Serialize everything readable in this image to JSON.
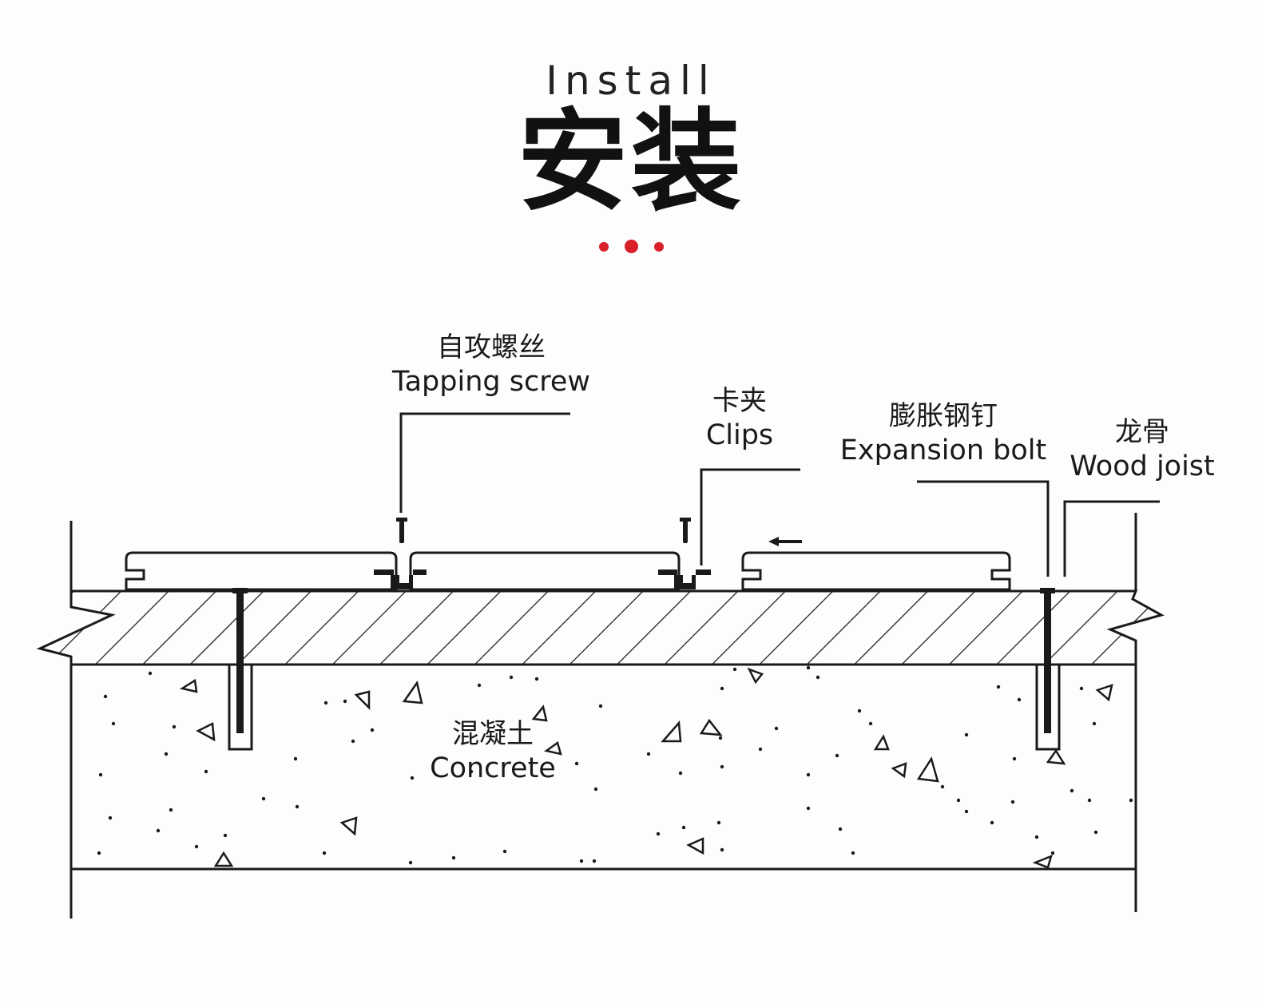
{
  "header": {
    "title_en": "Install",
    "title_zh": "安装"
  },
  "accent_color": "#d81f2a",
  "labels": {
    "tapping_screw": {
      "zh": "自攻螺丝",
      "en": "Tapping screw"
    },
    "clips": {
      "zh": "卡夹",
      "en": "Clips"
    },
    "expansion_bolt": {
      "zh": "膨胀钢钉",
      "en": "Expansion bolt"
    },
    "wood_joist": {
      "zh": "龙骨",
      "en": "Wood joist"
    },
    "concrete": {
      "zh": "混凝土",
      "en": "Concrete"
    }
  }
}
